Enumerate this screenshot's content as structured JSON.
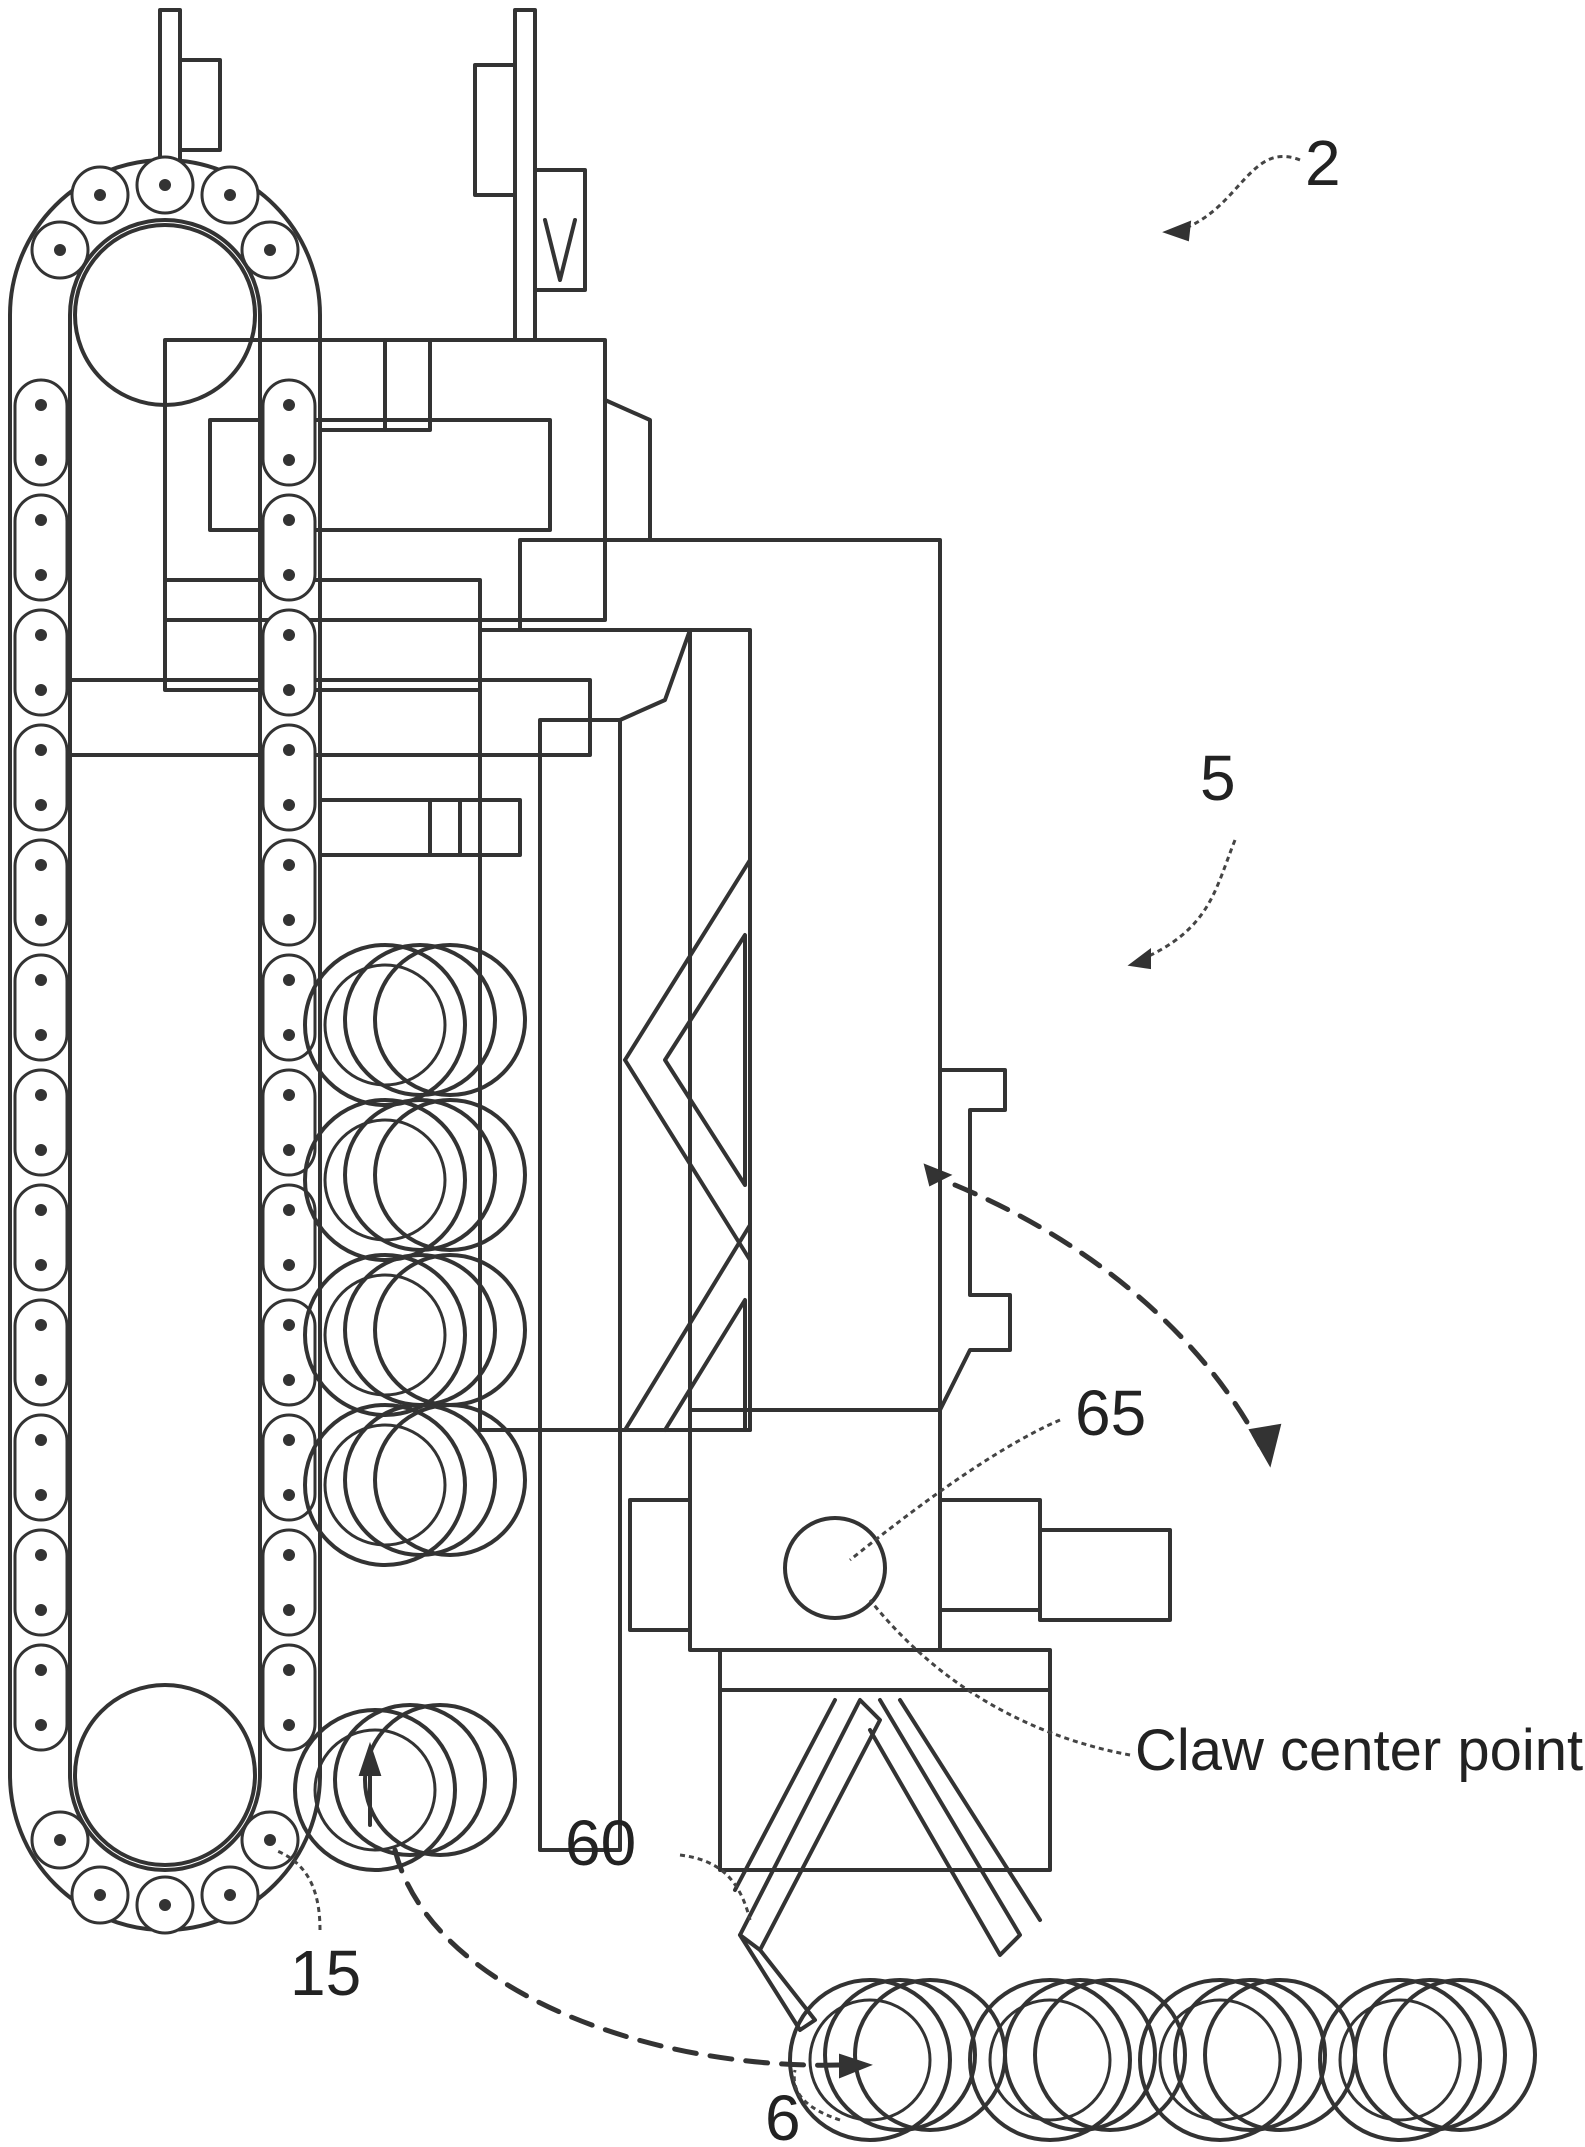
{
  "figure": {
    "labels": {
      "ref_2": "2",
      "ref_5": "5",
      "ref_65": "65",
      "claw_center": "Claw center point",
      "ref_60": "60",
      "ref_15": "15",
      "ref_6": "6"
    }
  }
}
